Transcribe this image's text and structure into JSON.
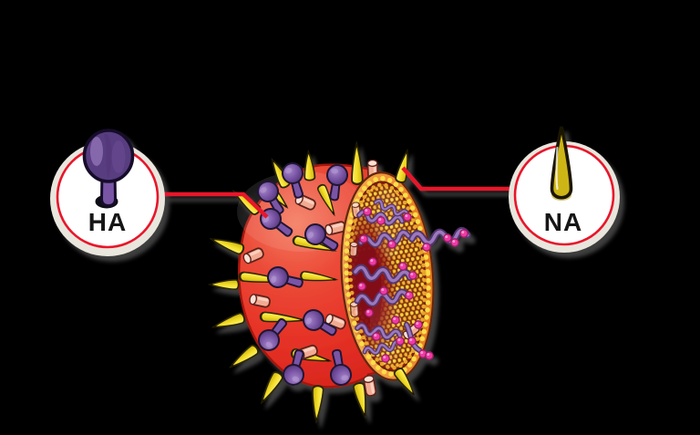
{
  "diagram": {
    "subject": "influenza-virus-cross-section",
    "visible_labels": [
      "HA",
      "NA"
    ]
  },
  "callouts": {
    "ha": {
      "label": "HA",
      "icon": "ha-hemagglutinin-mushroom-protein-icon"
    },
    "na": {
      "label": "NA",
      "icon": "na-neuraminidase-spike-protein-icon"
    }
  },
  "colors": {
    "background": "#000000",
    "connector_red": "#e8192c",
    "callout_border": "#e8192c",
    "callout_fill": "#ffffff",
    "halo": "#e9e6dd",
    "label_color": "#121212",
    "virus_red": "#e63226",
    "spike_yellow": "#f0dc26",
    "ha_purple": "#7a55a6",
    "membrane_orange": "#f0953a",
    "bilayer_dot_yellow": "#f8d23c",
    "rnp_purple": "#9c79bd",
    "rnp_pink": "#ee3aa4",
    "m2_salmon": "#f2ab92"
  }
}
